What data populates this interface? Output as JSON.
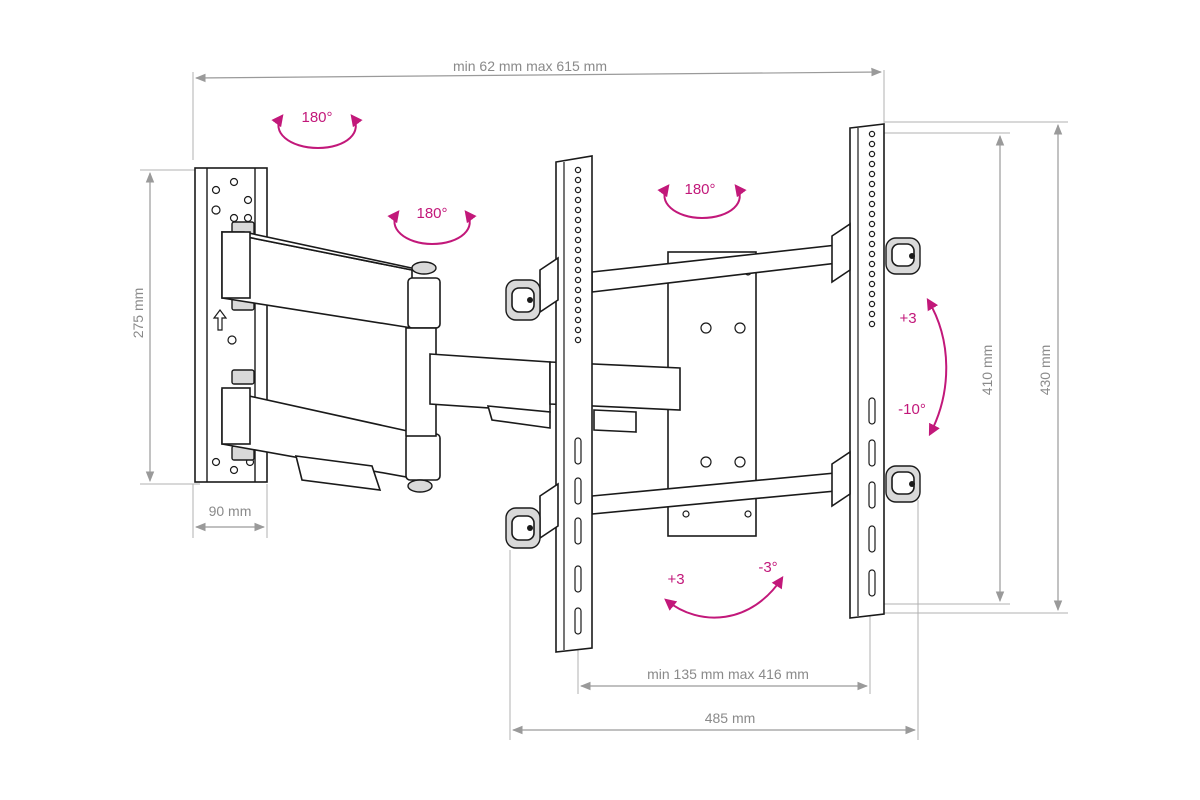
{
  "dimensions": {
    "arm_extension": "min 62 mm max 615 mm",
    "wall_plate_height": "275 mm",
    "wall_plate_width": "90 mm",
    "vesa_horizontal": "min 135 mm max 416 mm",
    "bracket_width": "485 mm",
    "vesa_vertical": "410 mm",
    "bracket_height": "430 mm"
  },
  "rotations": {
    "swivel_wall": "180°",
    "swivel_arm": "180°",
    "swivel_head": "180°",
    "tilt_up": "+3",
    "tilt_down": "-10°",
    "level_left": "+3",
    "level_right": "-3°"
  },
  "colors": {
    "rotation_accent": "#c2187a",
    "dimension_line": "#9a9a9a",
    "part_outline": "#1a1a1a"
  }
}
